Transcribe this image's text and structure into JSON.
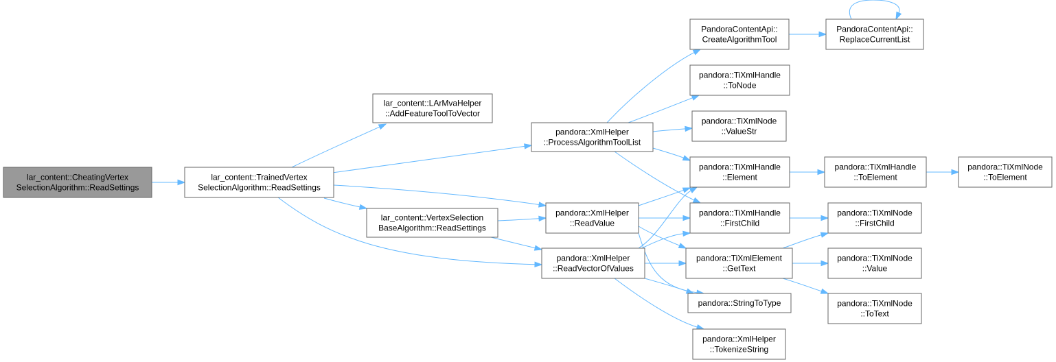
{
  "graph": {
    "nodes": [
      {
        "id": "n0",
        "lines": [
          "lar_content::CheatingVertex",
          "SelectionAlgorithm::ReadSettings"
        ],
        "root": true
      },
      {
        "id": "n1",
        "lines": [
          "lar_content::TrainedVertex",
          "SelectionAlgorithm::ReadSettings"
        ]
      },
      {
        "id": "n2",
        "lines": [
          "lar_content::LArMvaHelper",
          "::AddFeatureToolToVector"
        ]
      },
      {
        "id": "n3",
        "lines": [
          "pandora::XmlHelper",
          "::ProcessAlgorithmToolList"
        ]
      },
      {
        "id": "n4",
        "lines": [
          "lar_content::VertexSelection",
          "BaseAlgorithm::ReadSettings"
        ]
      },
      {
        "id": "n5",
        "lines": [
          "pandora::XmlHelper",
          "::ReadValue"
        ]
      },
      {
        "id": "n6",
        "lines": [
          "pandora::XmlHelper",
          "::ReadVectorOfValues"
        ]
      },
      {
        "id": "n7",
        "lines": [
          "PandoraContentApi::",
          "CreateAlgorithmTool"
        ]
      },
      {
        "id": "n8",
        "lines": [
          "pandora::TiXmlHandle",
          "::ToNode"
        ]
      },
      {
        "id": "n9",
        "lines": [
          "pandora::TiXmlNode",
          "::ValueStr"
        ]
      },
      {
        "id": "n10",
        "lines": [
          "pandora::TiXmlHandle",
          "::Element"
        ]
      },
      {
        "id": "n11",
        "lines": [
          "pandora::TiXmlHandle",
          "::FirstChild"
        ]
      },
      {
        "id": "n12",
        "lines": [
          "pandora::TiXmlElement",
          "::GetText"
        ]
      },
      {
        "id": "n13",
        "lines": [
          "pandora::StringToType"
        ]
      },
      {
        "id": "n14",
        "lines": [
          "pandora::XmlHelper",
          "::TokenizeString"
        ]
      },
      {
        "id": "n15",
        "lines": [
          "PandoraContentApi::",
          "ReplaceCurrentList"
        ]
      },
      {
        "id": "n16",
        "lines": [
          "pandora::TiXmlHandle",
          "::ToElement"
        ]
      },
      {
        "id": "n17",
        "lines": [
          "pandora::TiXmlNode",
          "::ToElement"
        ]
      },
      {
        "id": "n18",
        "lines": [
          "pandora::TiXmlNode",
          "::FirstChild"
        ]
      },
      {
        "id": "n19",
        "lines": [
          "pandora::TiXmlNode",
          "::Value"
        ]
      },
      {
        "id": "n20",
        "lines": [
          "pandora::TiXmlNode",
          "::ToText"
        ]
      }
    ],
    "edges": [
      [
        "n0",
        "n1"
      ],
      [
        "n1",
        "n2"
      ],
      [
        "n1",
        "n3"
      ],
      [
        "n1",
        "n4"
      ],
      [
        "n1",
        "n5"
      ],
      [
        "n1",
        "n6"
      ],
      [
        "n3",
        "n7"
      ],
      [
        "n3",
        "n8"
      ],
      [
        "n3",
        "n9"
      ],
      [
        "n3",
        "n10"
      ],
      [
        "n3",
        "n11"
      ],
      [
        "n4",
        "n5"
      ],
      [
        "n4",
        "n6"
      ],
      [
        "n5",
        "n10"
      ],
      [
        "n5",
        "n11"
      ],
      [
        "n5",
        "n12"
      ],
      [
        "n5",
        "n13"
      ],
      [
        "n6",
        "n10"
      ],
      [
        "n6",
        "n11"
      ],
      [
        "n6",
        "n12"
      ],
      [
        "n6",
        "n13"
      ],
      [
        "n6",
        "n14"
      ],
      [
        "n7",
        "n15"
      ],
      [
        "n15",
        "n15"
      ],
      [
        "n10",
        "n16"
      ],
      [
        "n16",
        "n17"
      ],
      [
        "n11",
        "n18"
      ],
      [
        "n12",
        "n18"
      ],
      [
        "n12",
        "n19"
      ],
      [
        "n12",
        "n20"
      ]
    ]
  }
}
